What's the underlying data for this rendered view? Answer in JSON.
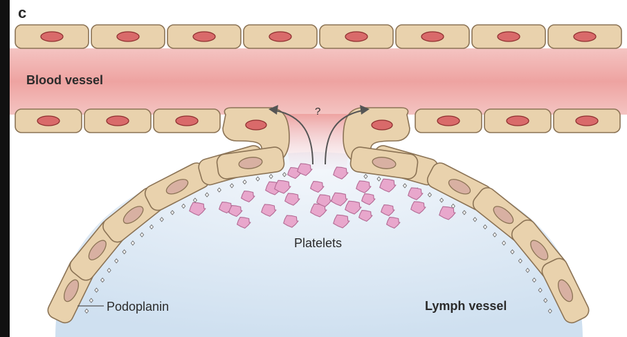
{
  "figure": {
    "panel_label": "c",
    "labels": {
      "blood_vessel": "Blood vessel",
      "question_mark": "?",
      "platelets": "Platelets",
      "podoplanin": "Podoplanin",
      "lymph_vessel": "Lymph vessel"
    },
    "colors": {
      "cell_fill": "#e9d2ad",
      "cell_stroke": "#8b7355",
      "nucleus_fill": "#d96a6a",
      "nucleus_stroke": "#8e2f2f",
      "lymph_nucleus_fill": "#d8b0a2",
      "blood_lumen": "#f0a8a4",
      "lymph_lumen": "#d8e5f2",
      "platelet_fill": "#e8a7cc",
      "platelet_stroke": "#b36a94",
      "podoplanin_stroke": "#6b6b6b",
      "arrow": "#555555"
    },
    "platelet_count": 28
  }
}
